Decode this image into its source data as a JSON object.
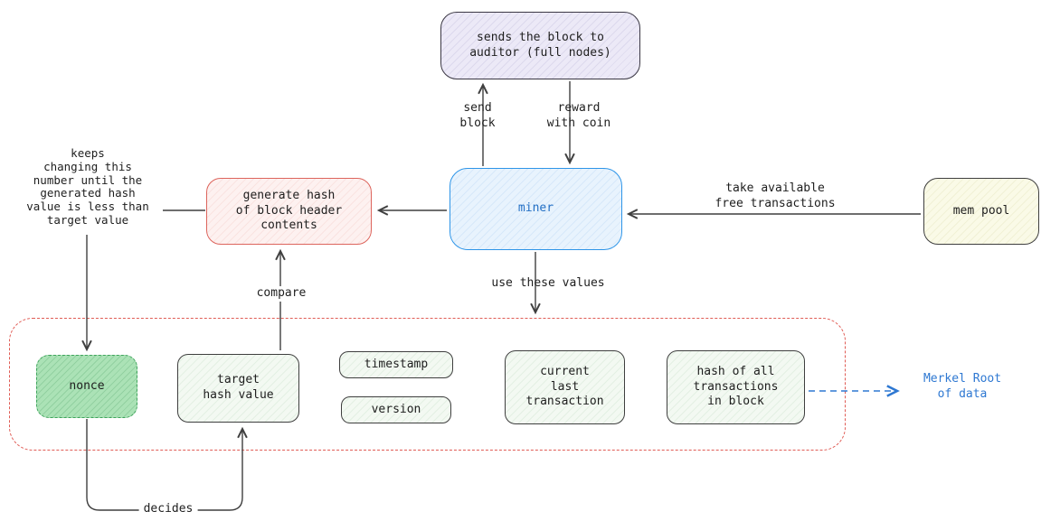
{
  "nodes": {
    "auditor": "sends the block to\nauditor (full nodes)",
    "miner": "miner",
    "generate_hash": "generate hash\nof block header\ncontents",
    "mem_pool": "mem pool",
    "nonce": "nonce",
    "target_hash": "target\nhash value",
    "timestamp": "timestamp",
    "version": "version",
    "current_last_tx": "current\nlast\ntransaction",
    "hash_all_tx": "hash of all\ntransactions\nin block"
  },
  "labels": {
    "send_block": "send\nblock",
    "reward_with_coin": "reward\nwith coin",
    "take_available": "take available\nfree transactions",
    "use_these_values": "use these values",
    "compare": "compare",
    "decides": "decides",
    "keeps_changing": "keeps\nchanging this\nnumber until the\ngenerated hash\nvalue is less than\ntarget value",
    "merkel_root": "Merkel Root\nof data"
  },
  "colors": {
    "miner_accent": "#2e95e8",
    "red_accent": "#e05c55",
    "green_accent": "#3fa45c",
    "blue_link": "#2e78d2",
    "lavender_fill": "#ece9f7",
    "yellow_fill": "#fafae7",
    "green_fill": "#abe2b6",
    "line": "#3f3f3f"
  }
}
